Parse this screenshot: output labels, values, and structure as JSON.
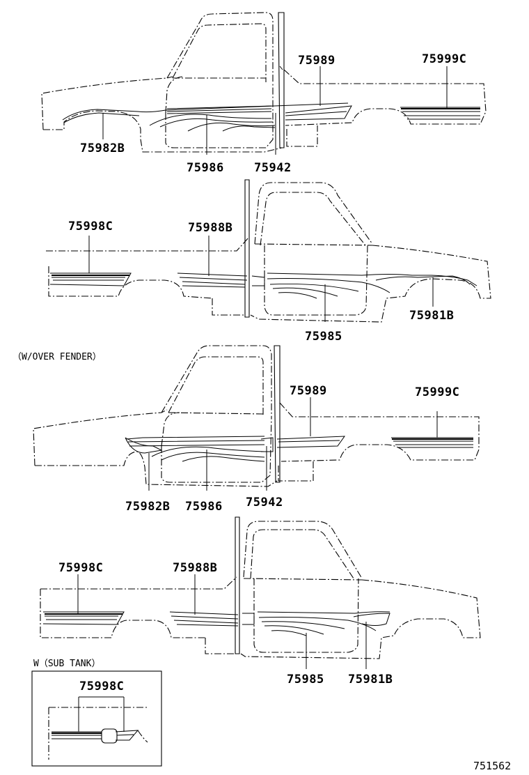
{
  "view1": {
    "labels": [
      "75989",
      "75999C",
      "75982B",
      "75986",
      "75942"
    ]
  },
  "view2": {
    "labels": [
      "75998C",
      "75988B",
      "75985",
      "75981B"
    ]
  },
  "view3": {
    "note": "（W/OVER FENDER）",
    "labels": [
      "75989",
      "75999C",
      "75982B",
      "75986",
      "75942"
    ]
  },
  "view4": {
    "labels": [
      "75998C",
      "75988B",
      "75985",
      "75981B"
    ]
  },
  "inset": {
    "title": "W（SUB TANK）",
    "label": "75998C"
  },
  "diagram_code": "751562"
}
